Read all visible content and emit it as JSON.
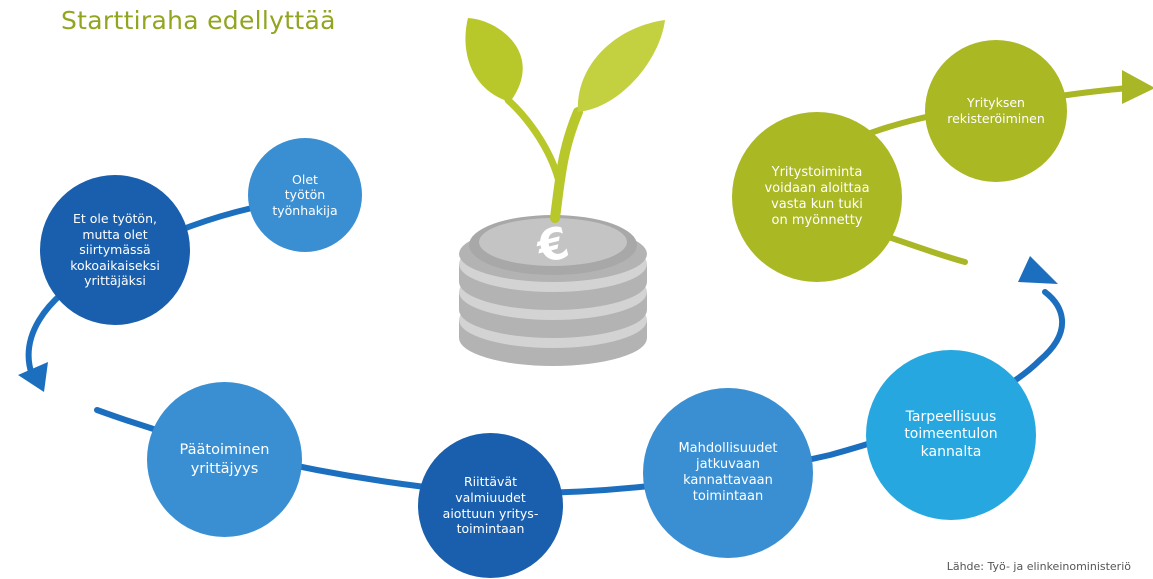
{
  "title": "Starttiraha edellyttää",
  "source": "Lähde: Työ- ja elinkeinoministeriö",
  "colors": {
    "title": "#93a51f",
    "dark_blue": "#1a5fad",
    "mid_blue": "#3a8fd3",
    "light_blue": "#26a7df",
    "olive": "#aab824",
    "arrow_blue": "#1c6fbe",
    "arrow_olive": "#a9b626",
    "coins": "#b3b3b3",
    "leaf": "#b8c72a"
  },
  "steps": [
    {
      "id": "olet-tyoton",
      "text": "Olet\ntyötön\ntyönhakija"
    },
    {
      "id": "et-ole-tyoton",
      "text": "Et ole työtön,\nmutta olet\nsiirtymässä\nkokoaikaiseksi\nyrittäjäksi"
    },
    {
      "id": "paatoiminen",
      "text": "Päätoiminen\nyrittäjyys"
    },
    {
      "id": "valmiudet",
      "text": "Riittävät\nvalmiuudet\naiottuun yritys-\ntoimintaan"
    },
    {
      "id": "mahdollisuudet",
      "text": "Mahdollisuudet\njatkuvaan\nkannattavaan\ntoimintaan"
    },
    {
      "id": "tarpeellisuus",
      "text": "Tarpeellisuus\ntoimeentulon\nkannalta"
    },
    {
      "id": "yritystoiminta",
      "text": "Yritystoiminta\nvoidaan aloittaa\nvasta kun tuki\non myönnetty"
    },
    {
      "id": "rekisterointi",
      "text": "Yrityksen\nrekisteröiminen"
    }
  ],
  "center_icon": "euro-coin-stack-with-sprout-icon"
}
